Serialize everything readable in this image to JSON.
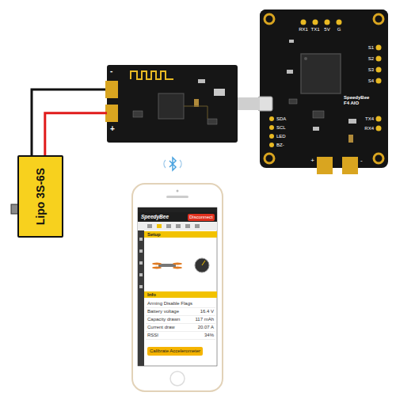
{
  "diagram": {
    "nodes": [
      {
        "text": [
          "Lipo 3S-6S"
        ]
      },
      {
        "text": [
          "-",
          "+"
        ]
      },
      {
        "text": [
          "SpeedyBee F4 AIO"
        ]
      },
      {
        "text": [
          "SpeedyBee",
          "Disconnect",
          "Setup",
          "Info",
          "Arming Disable Flags",
          "Battery voltage",
          "16.4 V",
          "Capacity drawn",
          "117 mAh",
          "Current draw",
          "20.07 A",
          "RSSI",
          "34%",
          "Calibrate Accelerometer"
        ]
      }
    ],
    "edges": [
      {
        "from": 0,
        "to": 1,
        "arrow": "none"
      },
      {
        "from": 1,
        "to": 2,
        "arrow": "none"
      }
    ],
    "labels": [
      "RX1",
      "TX1",
      "5V",
      "G",
      "S1",
      "S2",
      "S3",
      "S4",
      "TX4",
      "RX4",
      "SDA",
      "SCL",
      "LED",
      "BZ-",
      "+",
      "-"
    ]
  }
}
